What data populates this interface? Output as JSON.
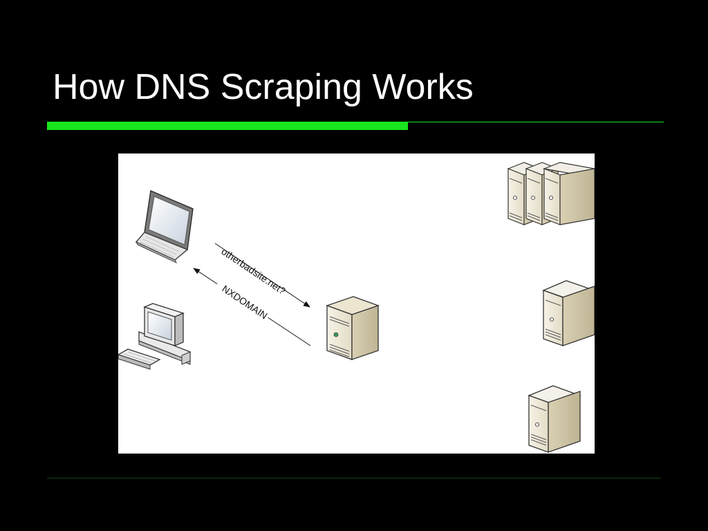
{
  "slide": {
    "title": "How DNS Scraping Works"
  },
  "diagram": {
    "query_label": "otherbadsite.net?",
    "response_label": "NXDOMAIN",
    "nodes": [
      "laptop-icon",
      "desktop-computer-icon",
      "dns-resolver-server-icon",
      "server-cluster-icon",
      "server-icon",
      "server-icon"
    ]
  },
  "colors": {
    "background": "#000000",
    "title_text": "#ffffff",
    "accent_green": "#19e51f",
    "diagram_bg": "#ffffff"
  }
}
